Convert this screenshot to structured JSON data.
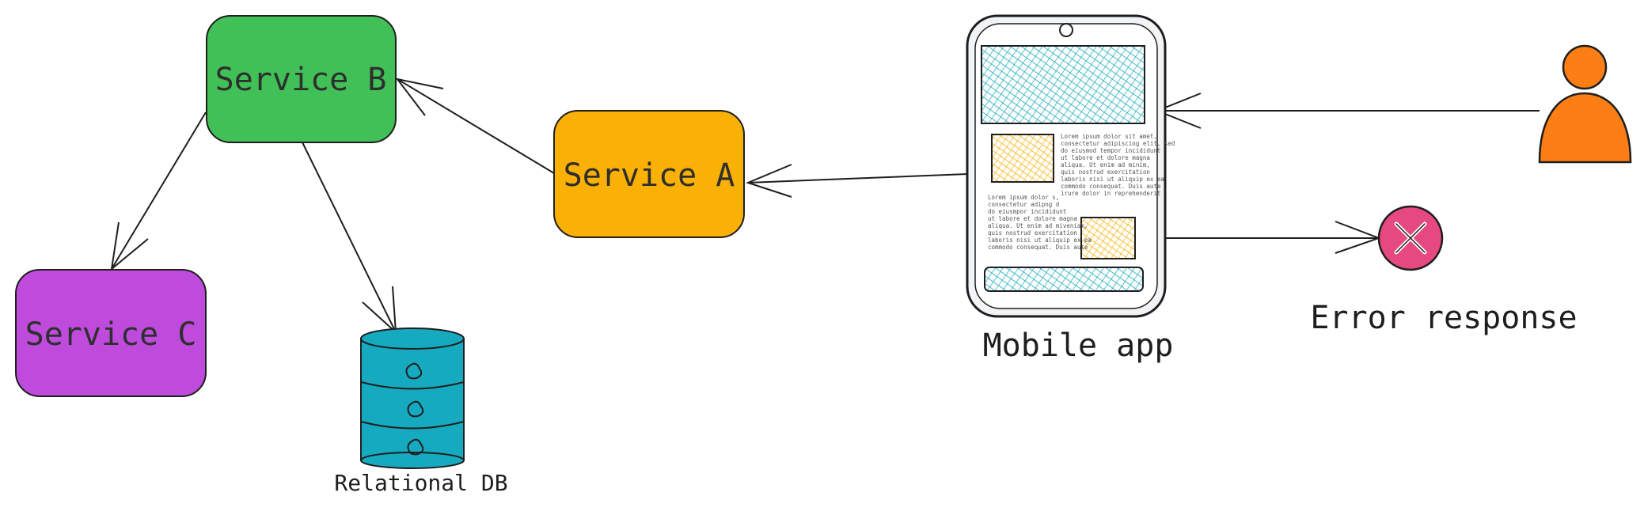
{
  "colors": {
    "service_a": "#fab005",
    "service_b": "#40c057",
    "service_c": "#be4bdb",
    "database": "#15aabf",
    "phone_hatch": "#15aabf",
    "phone_image": "#fab005",
    "user": "#fd7e14",
    "error": "#e64980",
    "stroke": "#1e1e1e"
  },
  "nodes": {
    "service_a": {
      "label": "Service A"
    },
    "service_b": {
      "label": "Service B"
    },
    "service_c": {
      "label": "Service C"
    },
    "database": {
      "label": "Relational DB",
      "icon": "database-icon"
    },
    "mobile_app": {
      "label": "Mobile app",
      "icon": "mobile-phone-icon"
    },
    "user": {
      "icon": "user-icon"
    },
    "error": {
      "label": "Error response",
      "icon": "error-x-icon"
    }
  },
  "phone_text": {
    "block1": [
      "Lorem ipsum dolor sit amet,",
      "consectetur adipiscing elit, sed",
      " do eiusmod tempor incididunt",
      " ut labore et dolore magna",
      " aliqua. Ut enim ad minim,",
      " quis nostrud exercitation",
      "laboris nisi ut aliquip ex ea",
      "commodo consequat. Duis aute",
      " irure dolor in reprehenderit"
    ],
    "block2": [
      "Lorem ipsum dolor s,",
      "consectetur adipng d",
      " do eiusmpor incididunt",
      "ut labore et dolore magna",
      "aliqua. Ut enim ad miveniam,",
      "quis nostrud exercitation",
      "laboris nisi ut aliquip ex ea",
      "commodo consequat. Duis aute"
    ]
  },
  "edges": [
    {
      "from": "mobile_app",
      "to": "service_a"
    },
    {
      "from": "service_a",
      "to": "service_b"
    },
    {
      "from": "service_b",
      "to": "service_c"
    },
    {
      "from": "service_b",
      "to": "database"
    },
    {
      "from": "user",
      "to": "mobile_app"
    },
    {
      "from": "mobile_app",
      "to": "error"
    }
  ]
}
